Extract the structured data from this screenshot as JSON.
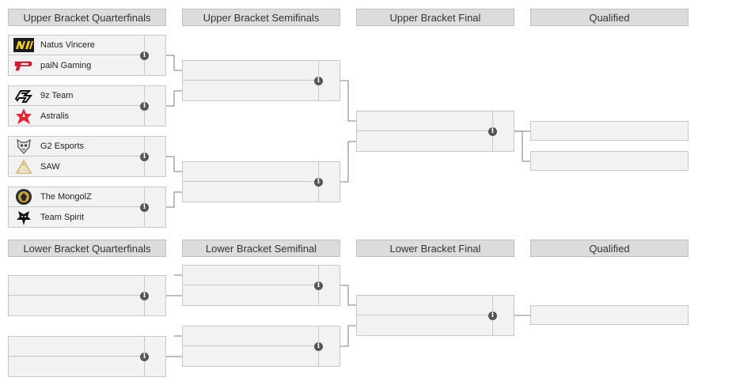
{
  "upper": {
    "headers": {
      "quarterfinals": "Upper Bracket Quarterfinals",
      "semifinals": "Upper Bracket Semifinals",
      "final": "Upper Bracket Final",
      "qualified": "Qualified"
    },
    "quarterfinals": [
      {
        "team1": "Natus Vincere",
        "team1_logo": "navi-logo",
        "team2": "paiN Gaming",
        "team2_logo": "pain-logo"
      },
      {
        "team1": "9z Team",
        "team1_logo": "9z-logo",
        "team2": "Astralis",
        "team2_logo": "astralis-logo"
      },
      {
        "team1": "G2 Esports",
        "team1_logo": "g2-logo",
        "team2": "SAW",
        "team2_logo": "saw-logo"
      },
      {
        "team1": "The MongolZ",
        "team1_logo": "mongolz-logo",
        "team2": "Team Spirit",
        "team2_logo": "spirit-logo"
      }
    ]
  },
  "lower": {
    "headers": {
      "quarterfinals": "Lower Bracket Quarterfinals",
      "semifinal": "Lower Bracket Semifinal",
      "final": "Lower Bracket Final",
      "qualified": "Qualified"
    }
  },
  "colors": {
    "header_bg": "#dcdcdc",
    "match_bg": "#f2f2f2",
    "border": "#c8c8c8",
    "info_icon": "#555555",
    "connector": "#999999"
  }
}
